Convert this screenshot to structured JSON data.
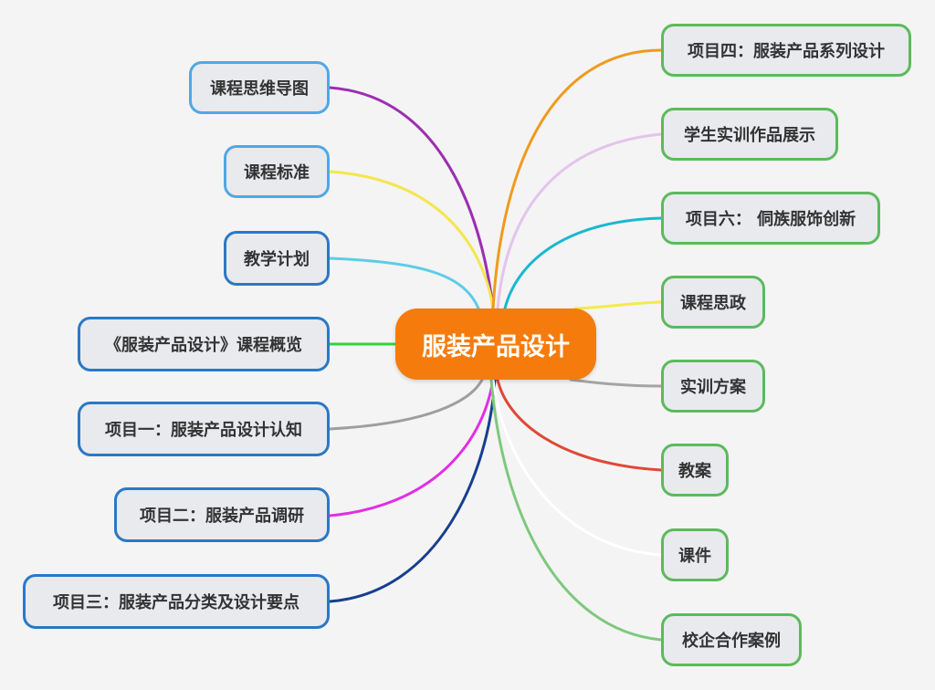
{
  "root": {
    "label": "服装产品设计",
    "color": "#f57c0c"
  },
  "left_nodes": [
    {
      "label": "课程思维导图",
      "line_color": "#9c2fb0"
    },
    {
      "label": "课程标准",
      "line_color": "#f3e64f"
    },
    {
      "label": "教学计划",
      "line_color": "#5ccde6"
    },
    {
      "label": "《服装产品设计》课程概览",
      "line_color": "#33d43d"
    },
    {
      "label": "项目一：服装产品设计认知",
      "line_color": "#9e9e9e"
    },
    {
      "label": "项目二：服装产品调研",
      "line_color": "#e22ee6"
    },
    {
      "label": "项目三：服装产品分类及设计要点",
      "line_color": "#173f8f"
    }
  ],
  "right_nodes": [
    {
      "label": "项目四：服装产品系列设计",
      "line_color": "#f09a1c"
    },
    {
      "label": "学生实训作品展示",
      "line_color": "#e3c4ec"
    },
    {
      "label": "项目六： 侗族服饰创新",
      "line_color": "#1ab8cf"
    },
    {
      "label": "课程思政",
      "line_color": "#f4ea4a"
    },
    {
      "label": "实训方案",
      "line_color": "#a4a4a4"
    },
    {
      "label": "教案",
      "line_color": "#e04836"
    },
    {
      "label": "课件",
      "line_color": "#ffffff"
    },
    {
      "label": "校企合作案例",
      "line_color": "#7ec87e"
    }
  ],
  "border_colors": {
    "light_blue": "#4fa8e8",
    "blue": "#2b78c4",
    "green": "#5cba5c"
  }
}
